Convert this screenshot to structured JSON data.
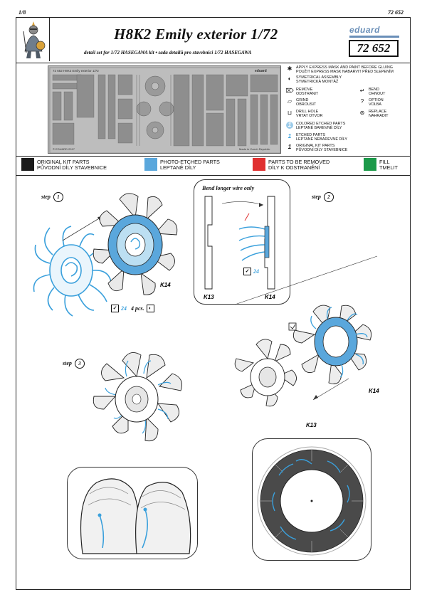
{
  "header": {
    "page": "1/8",
    "code": "72 652",
    "title": "H8K2 Emily exterior 1/72",
    "subtitle": "detail set for 1/72 HASEGAWA kit • sada detailů pro stavebnici 1/72 HASEGAWA",
    "brand": "eduard",
    "code_box": "72 652"
  },
  "sheet": {
    "top_label": "72 652  H8K2 Emily exterior 1/72",
    "brand": "eduard",
    "copyright": "© EDUARD 2017",
    "made_in": "Made in Czech Republic"
  },
  "legend": {
    "items": [
      {
        "icon": "mask-paint-icon",
        "text": "APPLY EXPRESS MASK AND PAINT BEFORE GLUING\nPOUŽIT EXPRESS MASK NABARVIT PŘED SLEPENÍM"
      },
      {
        "icon": "symmetrical-icon",
        "text": "SYMETRICAL ASSEMBLY\nSYMETRICKÁ MONTÁŽ"
      },
      {
        "icon": "remove-icon",
        "text": "REMOVE\nODSTRANIT"
      },
      {
        "icon": "bend-icon",
        "text": "BEND\nOHNOUT"
      },
      {
        "icon": "grind-icon",
        "text": "GRIND\nOBROUSIT"
      },
      {
        "icon": "option-icon",
        "text": "OPTION\nVOLBA"
      },
      {
        "icon": "drill-icon",
        "text": "DRILL HOLE\nVRTAT OTVOR"
      },
      {
        "icon": "replace-icon",
        "text": "REPLACE\nNAHRADIT"
      },
      {
        "icon": "colored-etched-icon",
        "text": "COLORED ETCHED PARTS\nLEPTANÉ BAREVNÉ DÍLY"
      },
      {
        "icon": "etched-icon",
        "text": "ETCHED PARTS\nLEPTANÉ NEBAREVNÉ DÍLY"
      },
      {
        "icon": "original-kit-icon",
        "text": "ORIGINAL KIT PARTS\nPŮVODNÍ DÍLY STAVEBNICE"
      }
    ]
  },
  "colorbar": [
    {
      "color": "#1a1a1a",
      "line1": "ORIGINAL KIT PARTS",
      "line2": "PŮVODNÍ DÍLY STAVEBNICE"
    },
    {
      "color": "#5aa7dc",
      "line1": "PHOTO-ETCHED PARTS",
      "line2": "LEPTANÉ DÍLY"
    },
    {
      "color": "#e03030",
      "line1": "PARTS TO BE REMOVED",
      "line2": "DÍLY K ODSTRANĚNÍ"
    },
    {
      "color": "#1c9a4a",
      "line1": "FILL",
      "line2": "TMELIT"
    }
  ],
  "steps": {
    "step1": {
      "label": "step",
      "num": "1",
      "part": "K14",
      "pe_num": "24",
      "note": "4 pcs."
    },
    "step2": {
      "label": "step",
      "num": "2",
      "callout": "Bend longer wire only",
      "part_a": "K13",
      "part_b": "K14",
      "pe_num": "24"
    },
    "step2b": {
      "part_a": "K14",
      "part_b": "K13"
    },
    "step3": {
      "label": "step",
      "num": "3"
    }
  },
  "colors": {
    "blue": "#3aa0dc",
    "black": "#1a1a1a",
    "red": "#e03030",
    "green": "#1c9a4a"
  }
}
